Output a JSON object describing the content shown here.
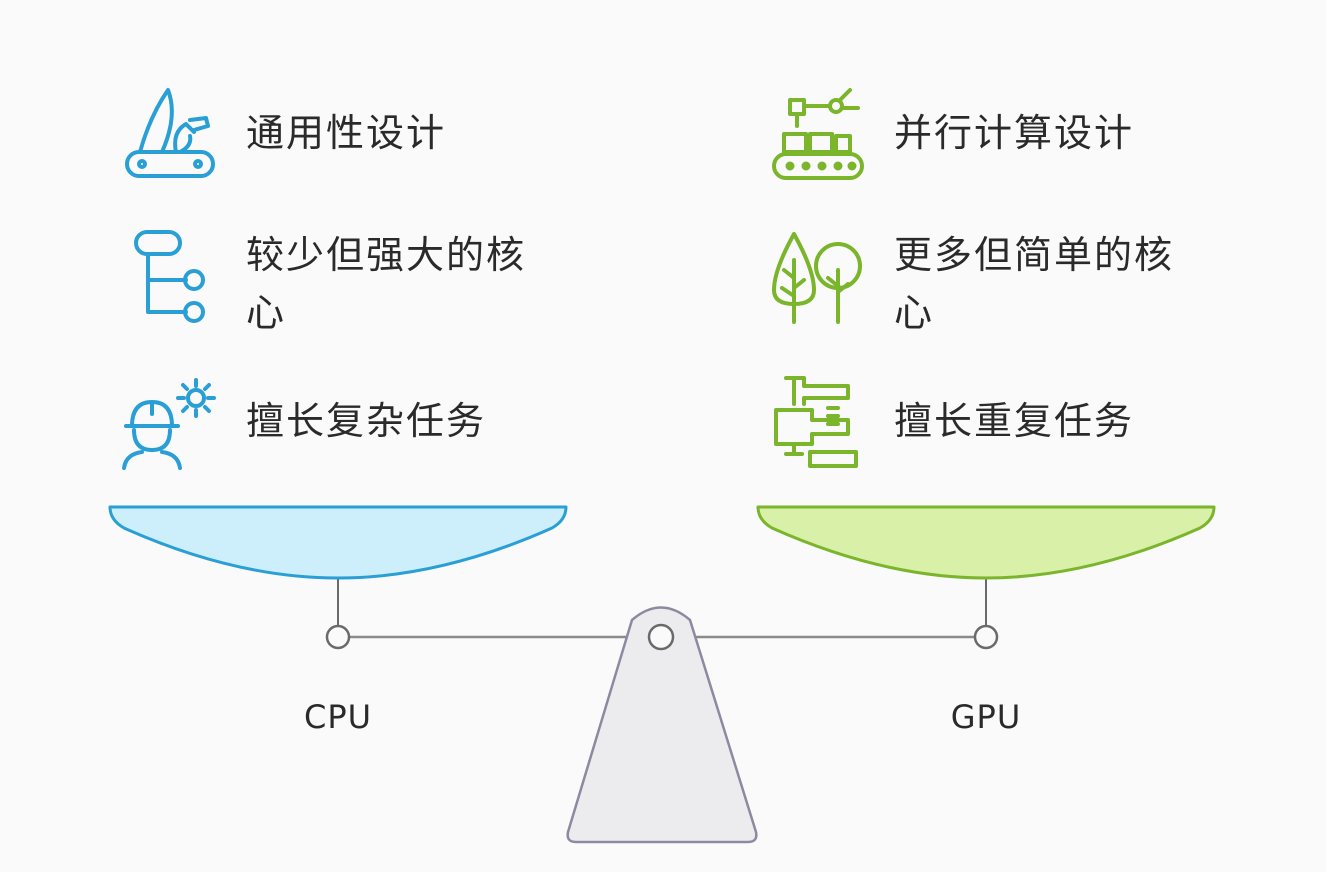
{
  "left": {
    "label": "CPU",
    "color": "#2a9fd6",
    "pan_fill": "#cdeefb",
    "features": [
      {
        "text": "通用性设计",
        "icon": "swiss-knife-icon"
      },
      {
        "text": "较少但强大的核心",
        "icon": "flowchart-icon"
      },
      {
        "text": "擅长复杂任务",
        "icon": "engineer-gear-icon"
      }
    ]
  },
  "right": {
    "label": "GPU",
    "color": "#7ab52c",
    "pan_fill": "#d8f0a8",
    "features": [
      {
        "text": "并行计算设计",
        "icon": "robot-assembly-line-icon"
      },
      {
        "text": "更多但简单的核心",
        "icon": "trees-icon"
      },
      {
        "text": "擅长重复任务",
        "icon": "machine-press-icon"
      }
    ]
  },
  "scale": {
    "beam_color": "#8a8a8a",
    "fulcrum_fill": "#ececee",
    "fulcrum_stroke": "#8c8aa0"
  }
}
